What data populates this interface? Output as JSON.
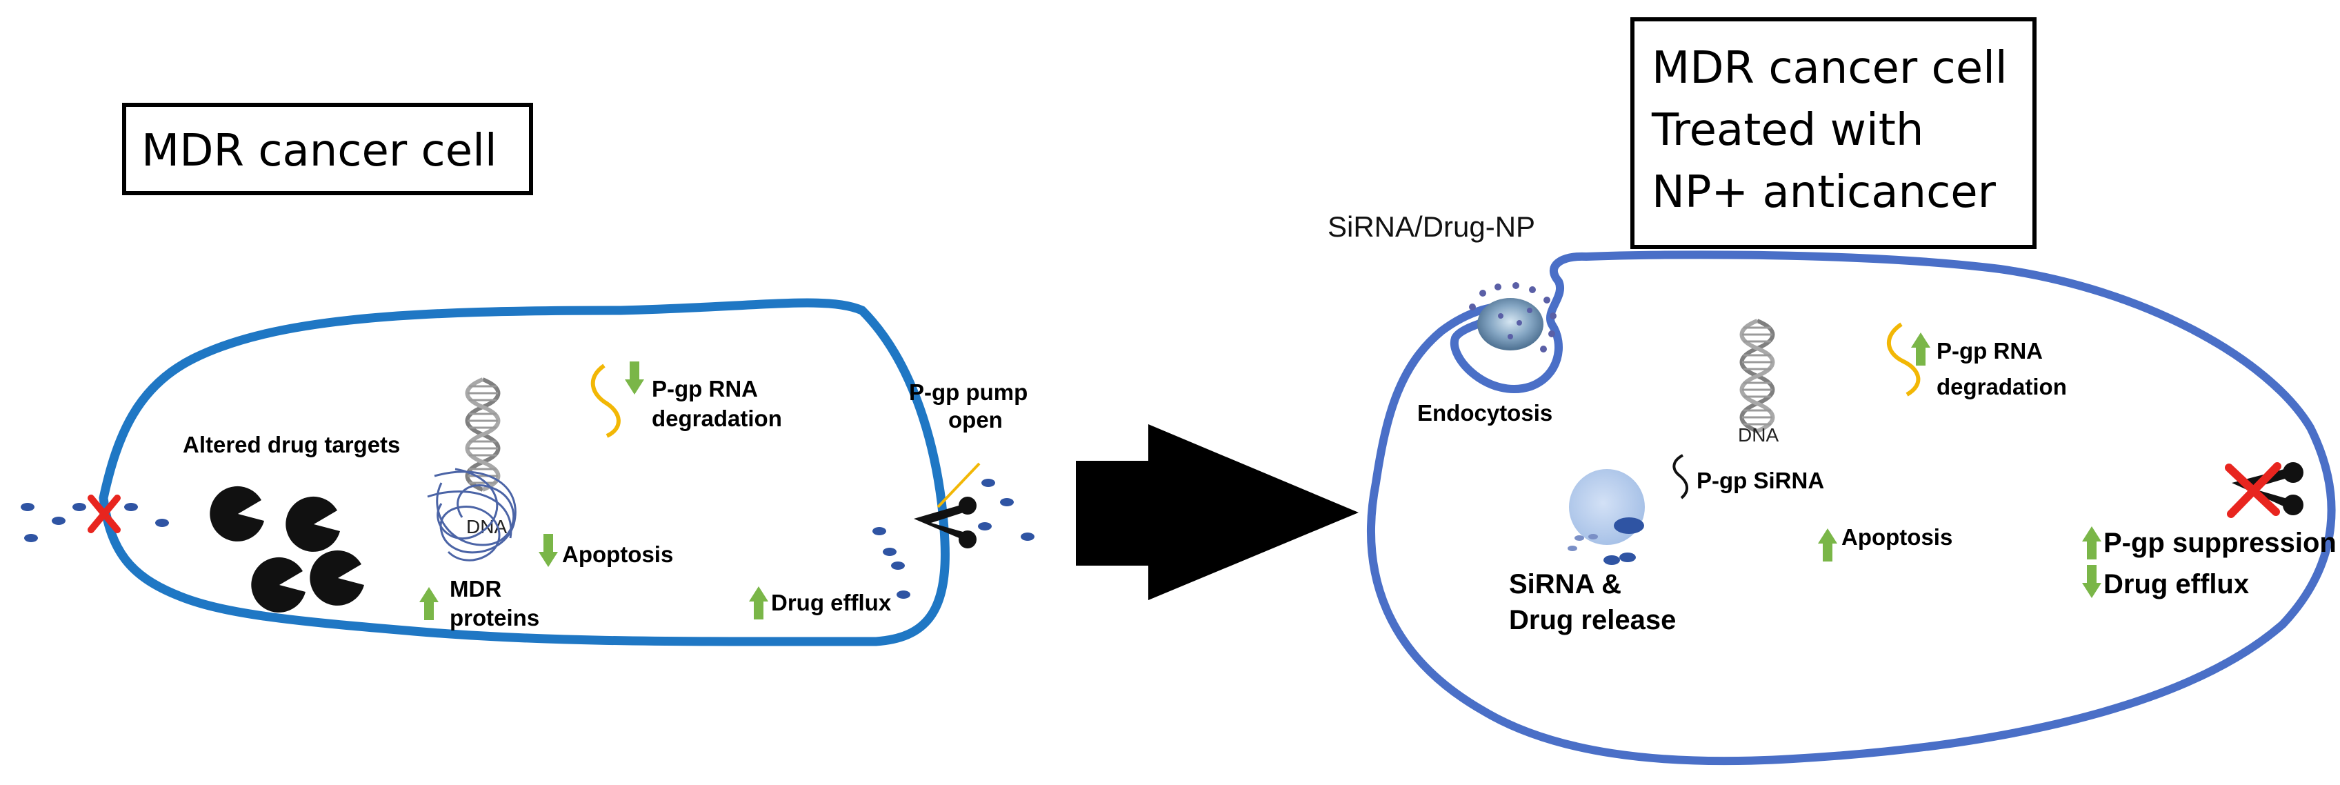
{
  "colors": {
    "membrane_left": "#1f77c4",
    "membrane_right": "#4a6fc7",
    "arrow_green": "#7ab648",
    "mrna_yellow": "#f2b705",
    "x_red": "#e8251f",
    "drug_dot": "#2f54a3"
  },
  "left_panel": {
    "title": "MDR cancer cell",
    "altered_targets": "Altered drug targets",
    "dna": "DNA",
    "pgp_rna_line1": "P-gp RNA",
    "pgp_rna_line2": "degradation",
    "pump_line1": "P-gp pump",
    "pump_line2": "open",
    "apoptosis": "Apoptosis",
    "mdr_line1": "MDR",
    "mdr_line2": "proteins",
    "drug_efflux": "Drug efflux"
  },
  "right_panel": {
    "title_line1": "MDR cancer cell",
    "title_line2": "Treated with",
    "title_line3": "NP+ anticancer",
    "np_label": "SiRNA/Drug-NP",
    "endocytosis": "Endocytosis",
    "dna": "DNA",
    "pgp_rna_line1": "P-gp RNA",
    "pgp_rna_line2": "degradation",
    "sirna": "P-gp SiRNA",
    "apoptosis": "Apoptosis",
    "release_line1": "SiRNA &",
    "release_line2": "Drug release",
    "suppression": "P-gp suppression",
    "drug_efflux": "Drug efflux"
  }
}
